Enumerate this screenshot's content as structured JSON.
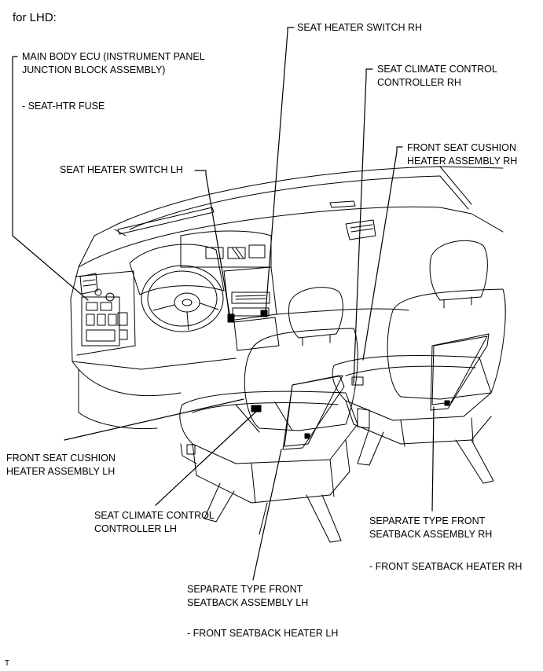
{
  "header": {
    "title": "for LHD:"
  },
  "labels": {
    "main_body_ecu": "MAIN BODY ECU (INSTRUMENT PANEL\nJUNCTION BLOCK ASSEMBLY)",
    "seat_htr_fuse": "- SEAT-HTR FUSE",
    "seat_heater_switch_lh": "SEAT HEATER SWITCH LH",
    "seat_heater_switch_rh": "SEAT HEATER SWITCH RH",
    "seat_climate_control_controller_rh": "SEAT CLIMATE CONTROL\nCONTROLLER RH",
    "front_seat_cushion_heater_rh": "FRONT SEAT CUSHION\nHEATER ASSEMBLY RH",
    "front_seat_cushion_heater_lh": "FRONT SEAT CUSHION\nHEATER ASSEMBLY LH",
    "seat_climate_control_controller_lh": "SEAT CLIMATE CONTROL\nCONTROLLER LH",
    "separate_front_seatback_rh": "SEPARATE TYPE FRONT\nSEATBACK ASSEMBLY RH",
    "front_seatback_heater_rh": "- FRONT SEATBACK HEATER RH",
    "separate_front_seatback_lh": "SEPARATE TYPE FRONT\nSEATBACK ASSEMBLY LH",
    "front_seatback_heater_lh": "- FRONT SEATBACK HEATER LH"
  },
  "footer": {
    "mark": "T"
  }
}
